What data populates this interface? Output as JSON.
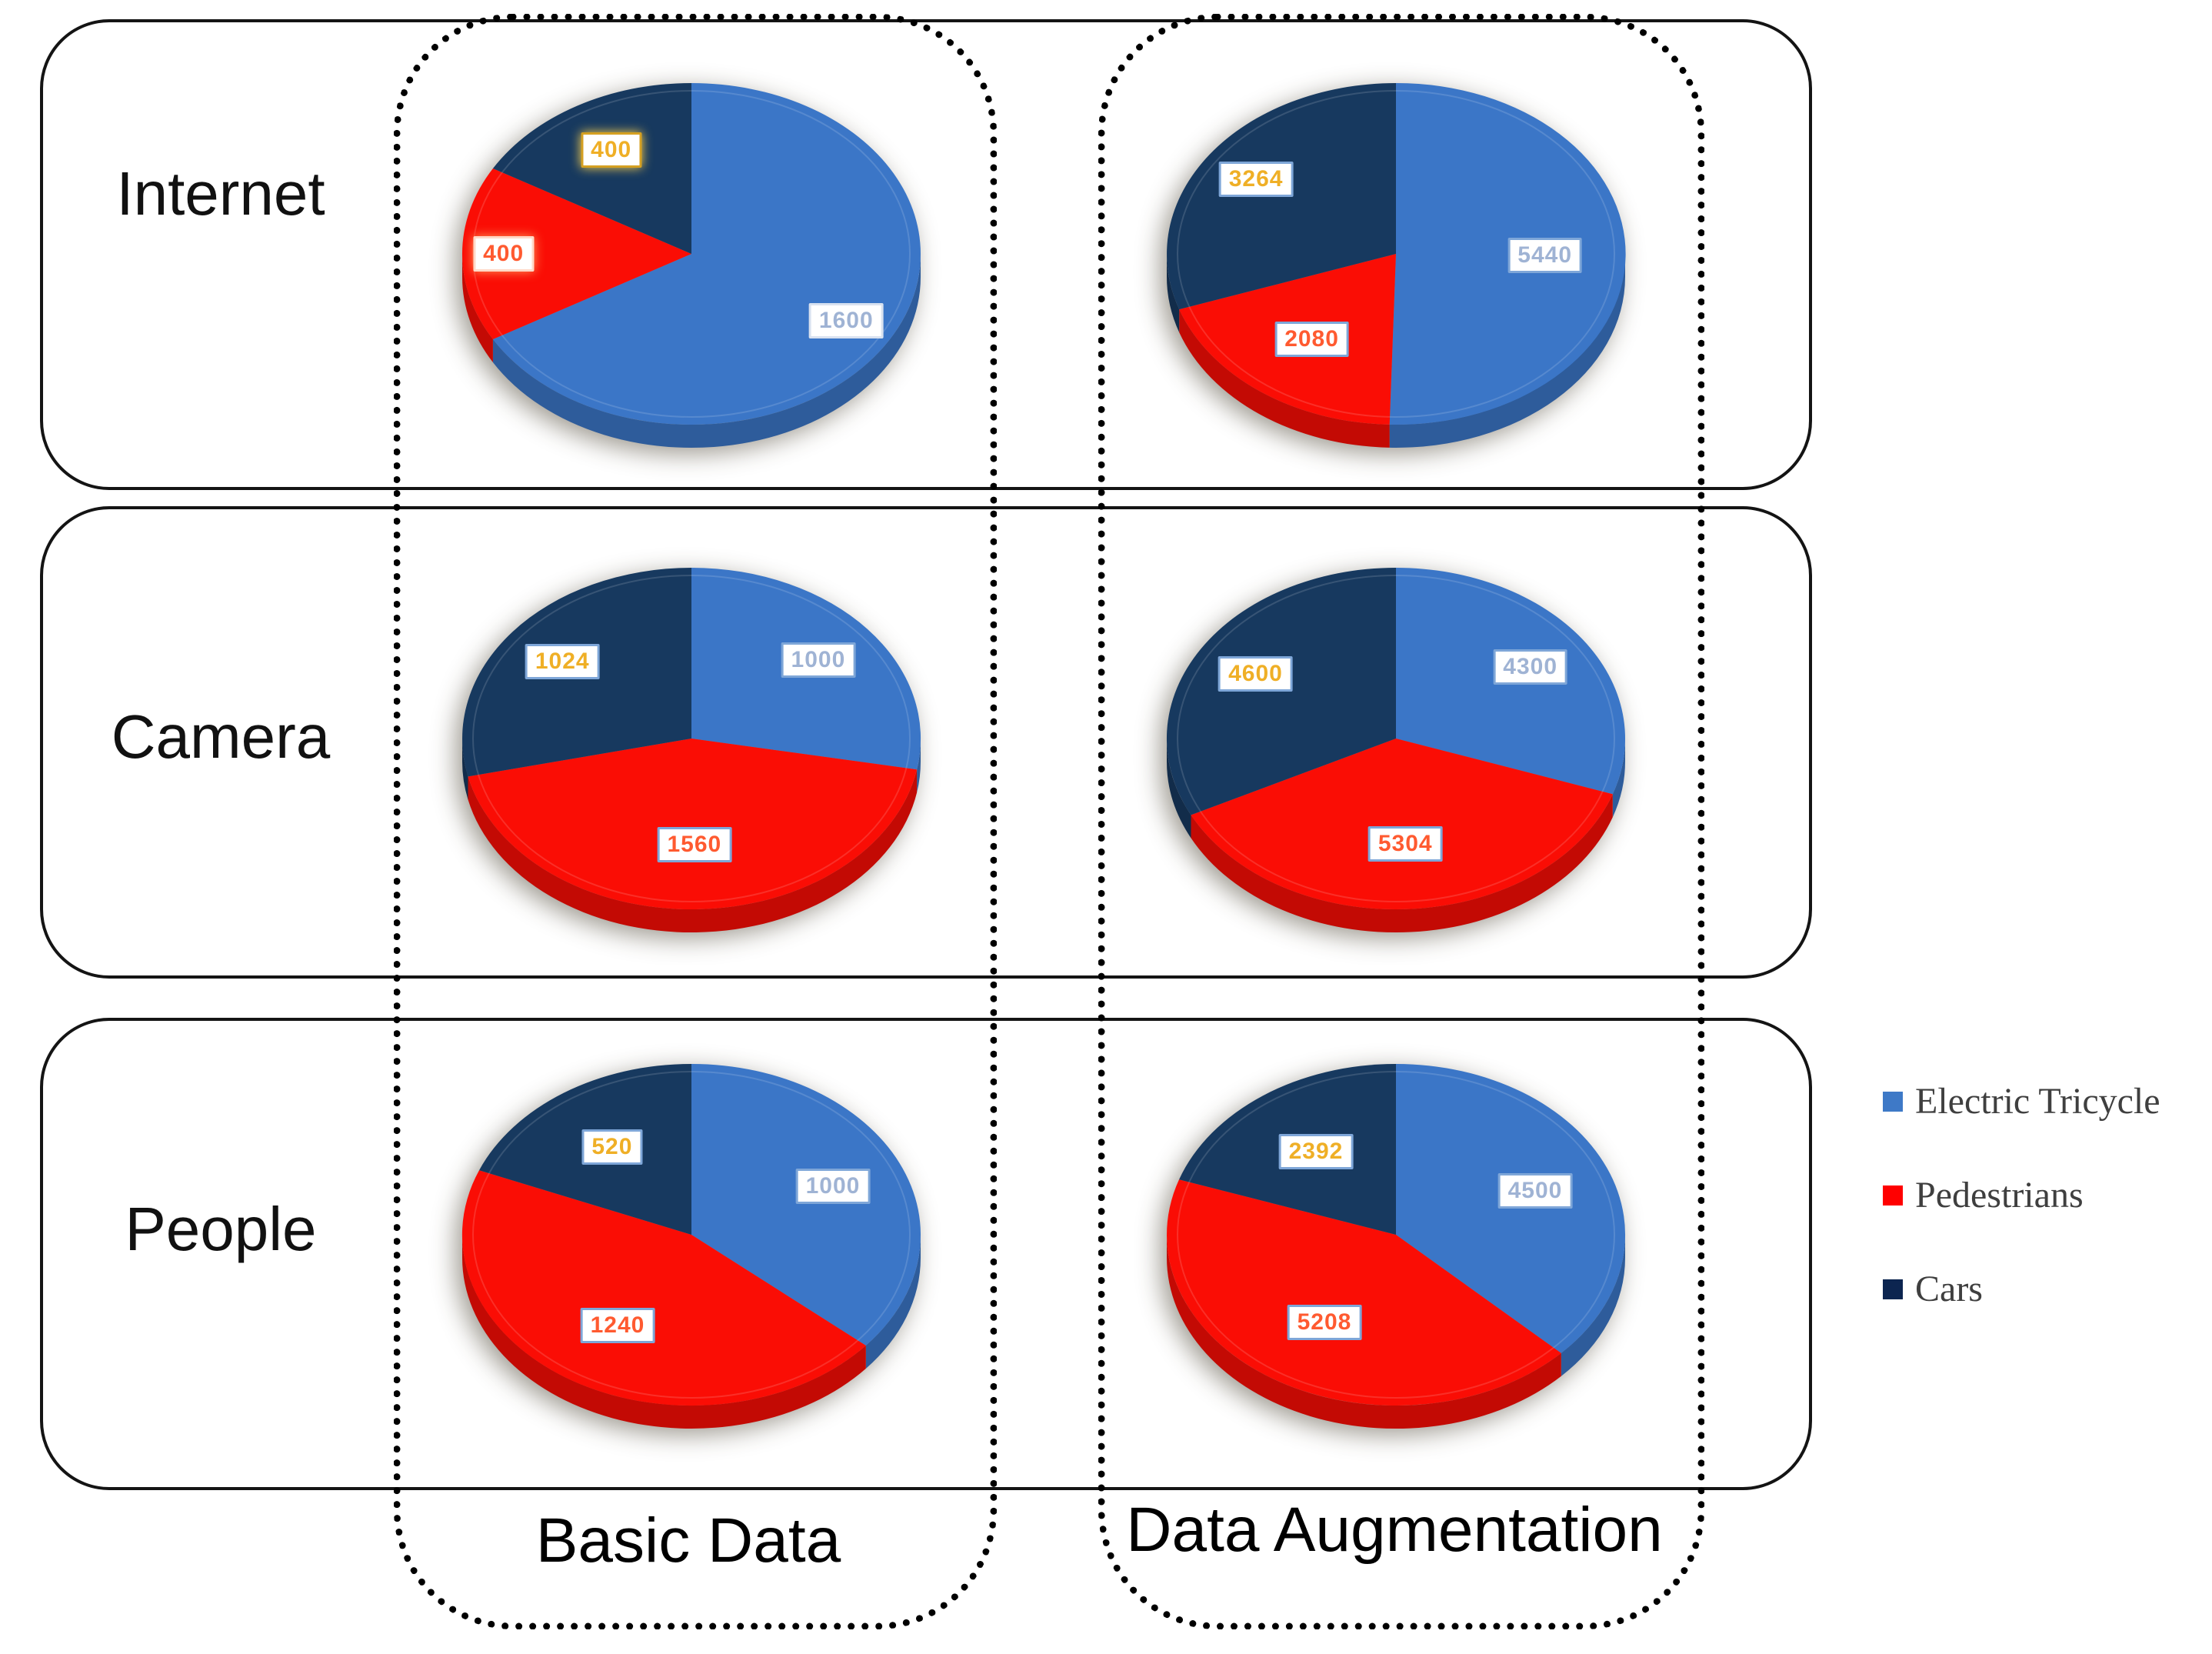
{
  "figure": {
    "background": "#ffffff",
    "rows": [
      {
        "id": "internet",
        "label": "Internet"
      },
      {
        "id": "camera",
        "label": "Camera"
      },
      {
        "id": "people",
        "label": "People"
      }
    ],
    "columns": [
      {
        "id": "basic",
        "label": "Basic Data"
      },
      {
        "id": "augmentation",
        "label": "Data Augmentation"
      }
    ],
    "legend": [
      {
        "label": "Electric Tricycle",
        "color": "#3E79C7"
      },
      {
        "label": "Pedestrians",
        "color": "#FF0000"
      },
      {
        "label": "Cars",
        "color": "#0C2550"
      }
    ]
  },
  "chart_data": [
    {
      "type": "pie",
      "row": "Internet",
      "column": "Basic Data",
      "title": "Internet - Basic Data",
      "categories": [
        "Electric Tricycle",
        "Pedestrians",
        "Cars"
      ],
      "values": [
        1600,
        400,
        400
      ],
      "colors": [
        "#3B76C7",
        "#FA0D05",
        "#17395F"
      ],
      "label_colors": [
        "#9FB3D4",
        "#FF5A30",
        "#EFAF26"
      ],
      "start_angle_deg": 0,
      "direction": "clockwise",
      "labels_shown": true
    },
    {
      "type": "pie",
      "row": "Internet",
      "column": "Data Augmentation",
      "title": "Internet - Data Augmentation",
      "categories": [
        "Electric Tricycle",
        "Pedestrians",
        "Cars"
      ],
      "values": [
        5440,
        2080,
        3264
      ],
      "colors": [
        "#3B76C7",
        "#FA0D05",
        "#17395F"
      ],
      "label_colors": [
        "#9FB3D4",
        "#FF5A30",
        "#EFAF26"
      ],
      "start_angle_deg": 0,
      "direction": "clockwise",
      "labels_shown": true
    },
    {
      "type": "pie",
      "row": "Camera",
      "column": "Basic Data",
      "title": "Camera - Basic Data",
      "categories": [
        "Electric Tricycle",
        "Pedestrians",
        "Cars"
      ],
      "values": [
        1000,
        1560,
        1024
      ],
      "colors": [
        "#3B76C7",
        "#FA0D05",
        "#17395F"
      ],
      "label_colors": [
        "#9FB3D4",
        "#FF5A30",
        "#EFAF26"
      ],
      "start_angle_deg": 0,
      "direction": "clockwise",
      "labels_shown": true
    },
    {
      "type": "pie",
      "row": "Camera",
      "column": "Data Augmentation",
      "title": "Camera - Data Augmentation",
      "categories": [
        "Electric Tricycle",
        "Pedestrians",
        "Cars"
      ],
      "values": [
        4300,
        5304,
        4600
      ],
      "colors": [
        "#3B76C7",
        "#FA0D05",
        "#17395F"
      ],
      "label_colors": [
        "#9FB3D4",
        "#FF5A30",
        "#EFAF26"
      ],
      "start_angle_deg": 0,
      "direction": "clockwise",
      "labels_shown": true
    },
    {
      "type": "pie",
      "row": "People",
      "column": "Basic Data",
      "title": "People - Basic Data",
      "categories": [
        "Electric Tricycle",
        "Pedestrians",
        "Cars"
      ],
      "values": [
        1000,
        1240,
        520
      ],
      "colors": [
        "#3B76C7",
        "#FA0D05",
        "#17395F"
      ],
      "label_colors": [
        "#9FB3D4",
        "#FF5A30",
        "#EFAF26"
      ],
      "start_angle_deg": 0,
      "direction": "clockwise",
      "labels_shown": true
    },
    {
      "type": "pie",
      "row": "People",
      "column": "Data Augmentation",
      "title": "People - Data Augmentation",
      "categories": [
        "Electric Tricycle",
        "Pedestrians",
        "Cars"
      ],
      "values": [
        4500,
        5208,
        2392
      ],
      "colors": [
        "#3B76C7",
        "#FA0D05",
        "#17395F"
      ],
      "label_colors": [
        "#9FB3D4",
        "#FF5A30",
        "#EFAF26"
      ],
      "start_angle_deg": 0,
      "direction": "clockwise",
      "labels_shown": true
    }
  ]
}
